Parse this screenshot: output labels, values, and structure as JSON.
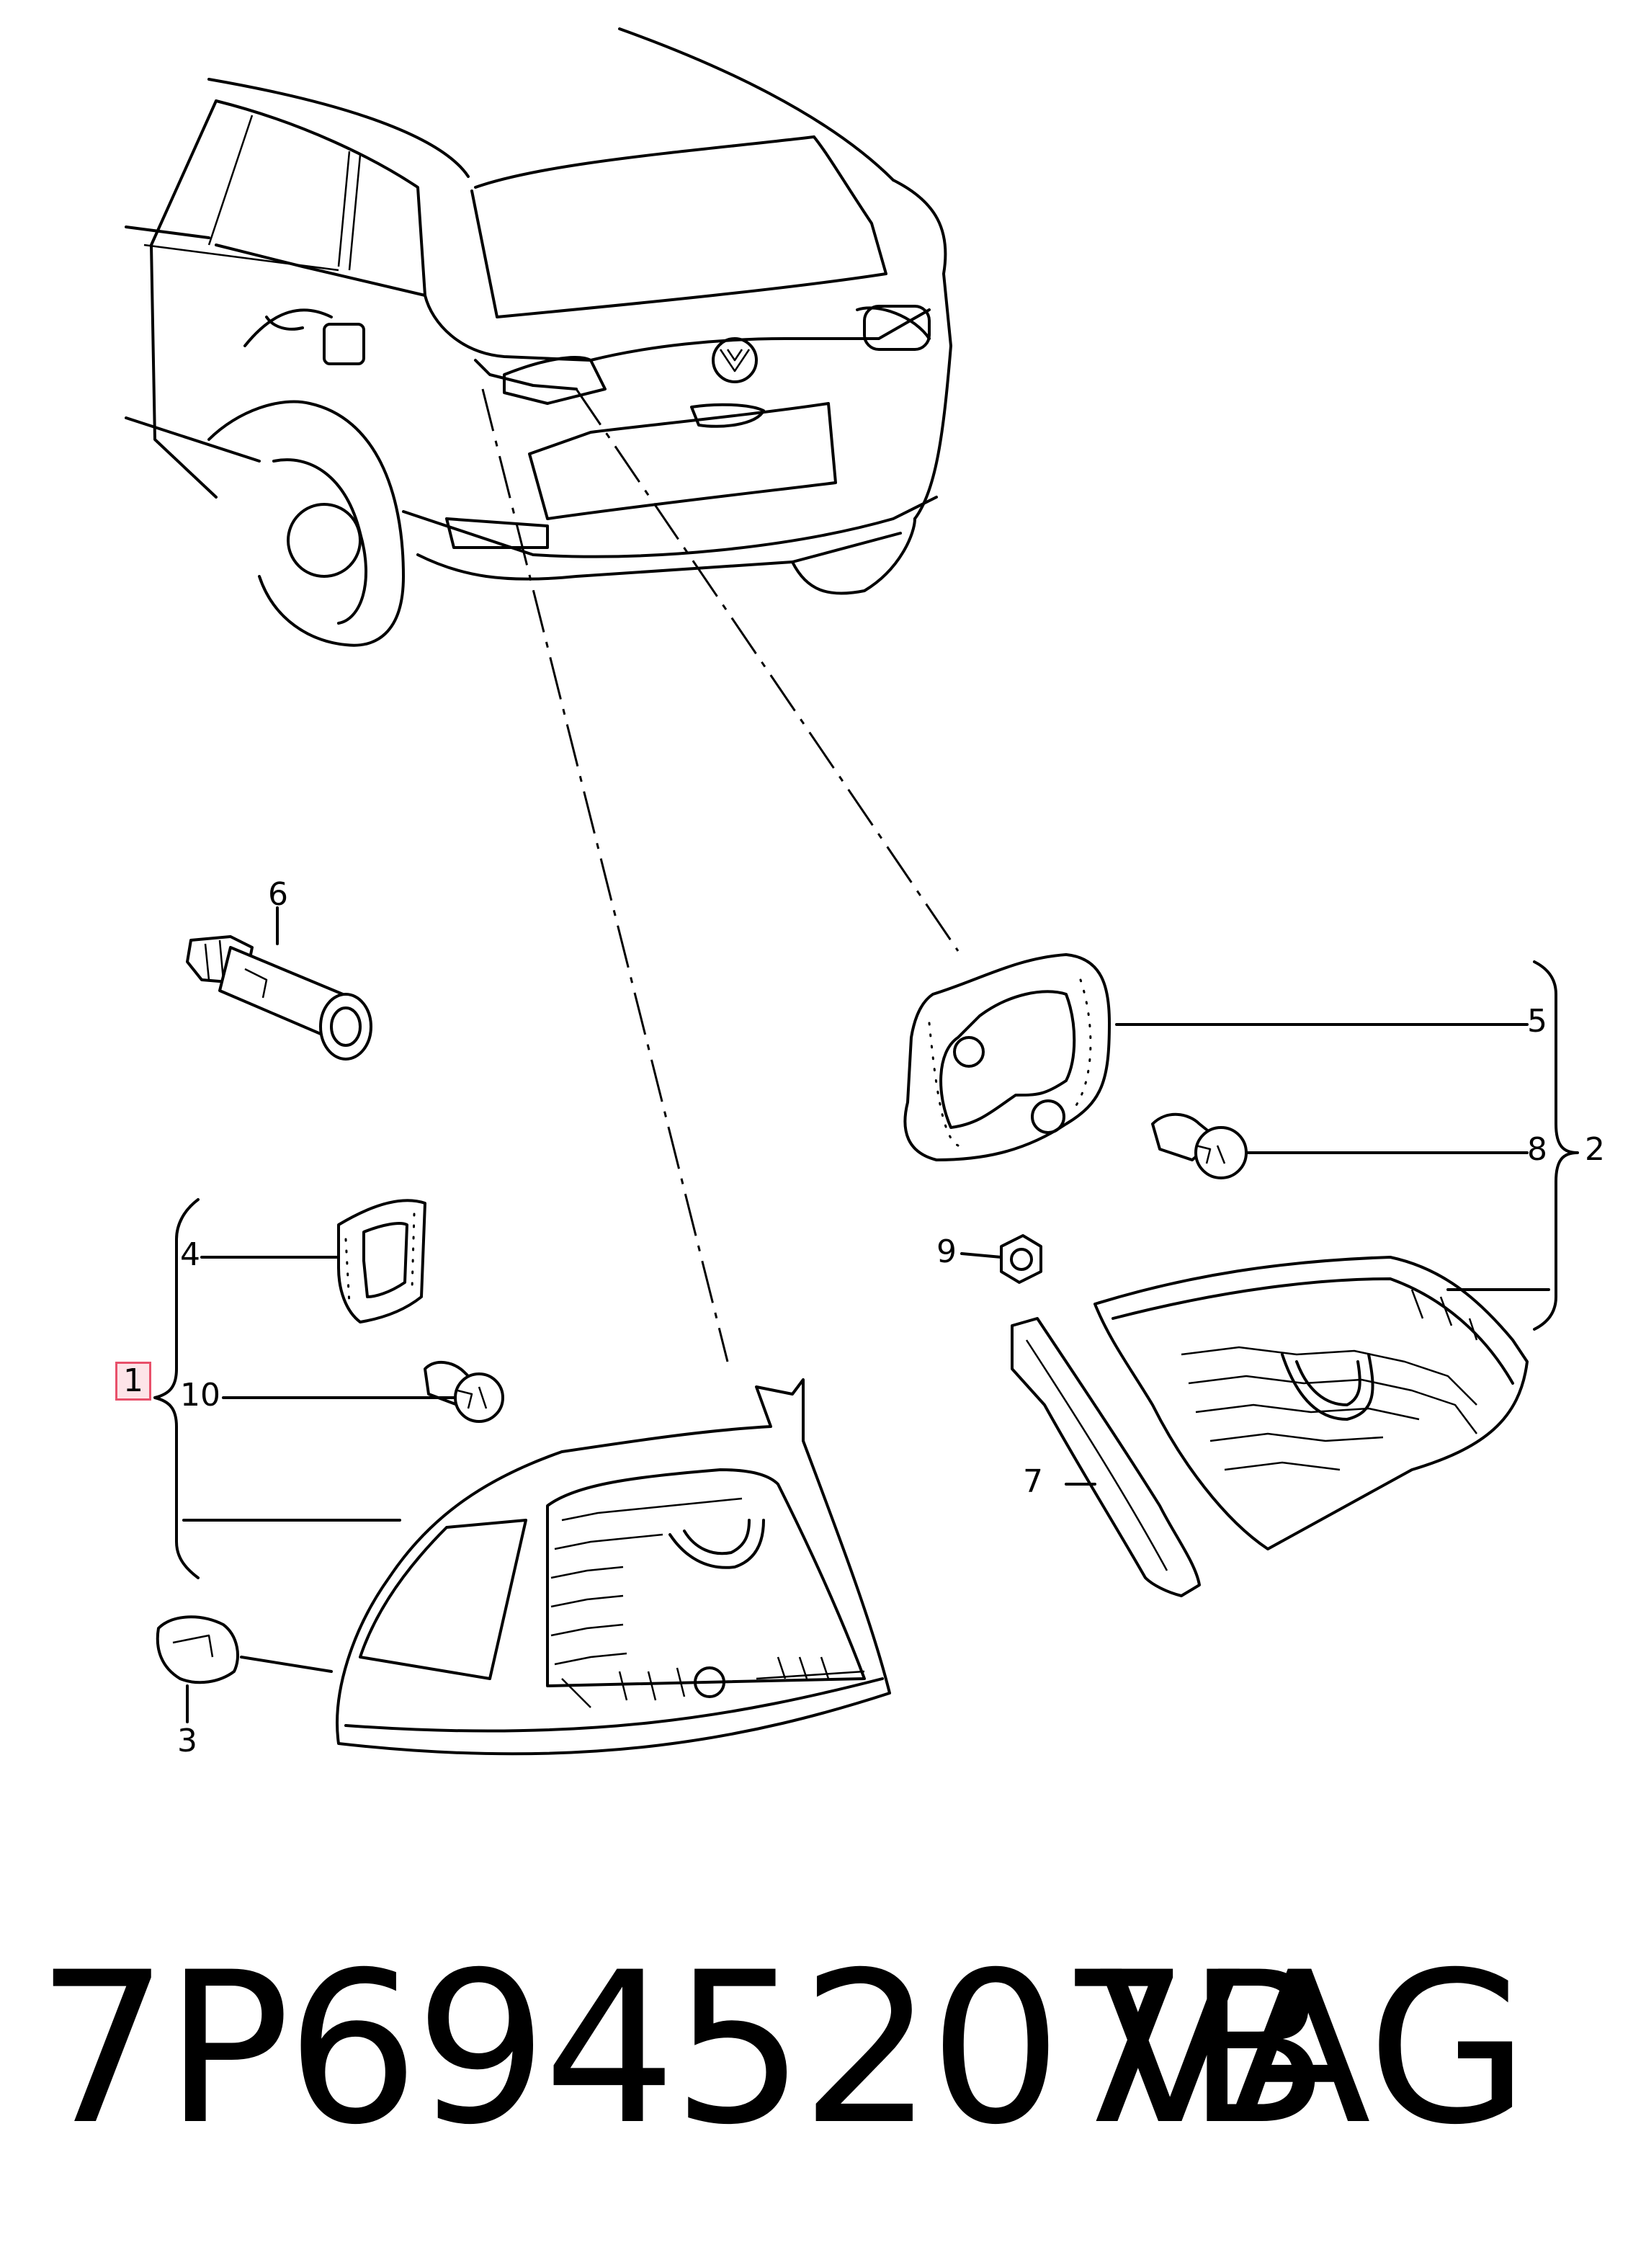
{
  "callouts": {
    "c1": "1",
    "c2": "2",
    "c3": "3",
    "c4": "4",
    "c5": "5",
    "c6": "6",
    "c7": "7",
    "c8": "8",
    "c9": "9",
    "c10": "10"
  },
  "footer": {
    "part_number": "7P6945207B",
    "brand": "VAG"
  },
  "colors": {
    "highlight_fill": "#fde4e8",
    "highlight_border": "#e8506a"
  }
}
